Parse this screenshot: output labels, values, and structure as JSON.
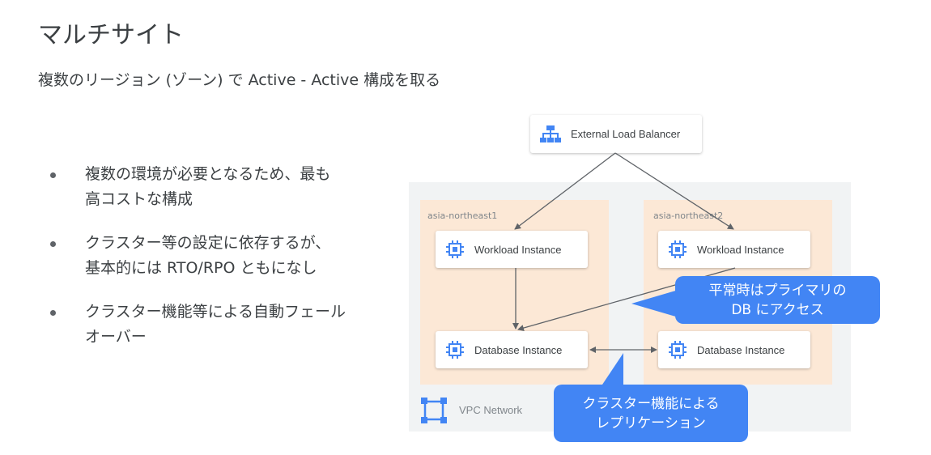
{
  "title": "マルチサイト",
  "subtitle": "複数のリージョン (ゾーン) で Active - Active 構成を取る",
  "bullets": [
    {
      "line1": "複数の環境が必要となるため、最も",
      "line2": "高コストな構成"
    },
    {
      "line1": "クラスター等の設定に依存するが、",
      "line2": "基本的には RTO/RPO ともになし"
    },
    {
      "line1": "クラスター機能等による自動フェール",
      "line2": "オーバー"
    }
  ],
  "diagram": {
    "load_balancer": "External Load Balancer",
    "zones": [
      {
        "label": "asia-northeast1",
        "workload": "Workload Instance",
        "database": "Database Instance"
      },
      {
        "label": "asia-northeast2",
        "workload": "Workload Instance",
        "database": "Database Instance"
      }
    ],
    "vpc_label": "VPC Network",
    "callout_primary": {
      "line1": "平常時はプライマリの",
      "line2": "DB にアクセス"
    },
    "callout_replication": {
      "line1": "クラスター機能による",
      "line2": "レプリケーション"
    }
  },
  "colors": {
    "zone_fill": "#fce8d6",
    "vpc_fill": "#f1f3f4",
    "callout": "#4285f4",
    "icon_blue": "#4285f4",
    "arrow": "#5f6368"
  }
}
